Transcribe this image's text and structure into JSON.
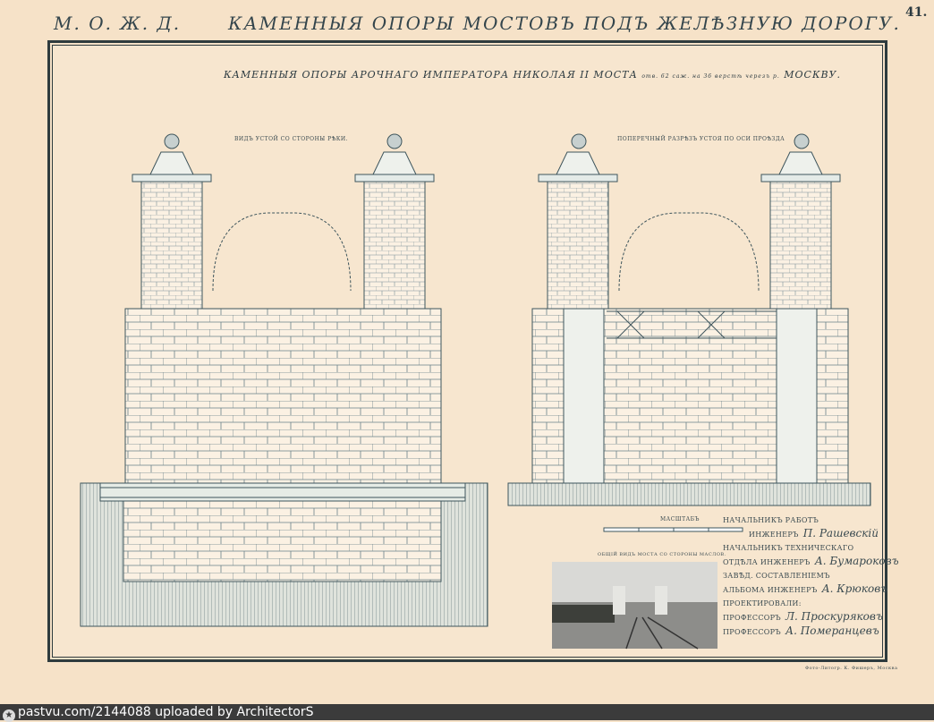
{
  "header": {
    "left_mark": "М. О. Ж. Д.",
    "title": "КАМЕННЫЯ ОПОРЫ МОСТОВЪ ПОДЪ ЖЕЛѢЗНУЮ ДОРОГУ.",
    "page_number": "41."
  },
  "plate": {
    "subtitle": "КАМЕННЫЯ ОПОРЫ АРОЧНАГО ИМПЕРАТОРА НИКОЛАЯ II МОСТА",
    "subtitle_small": "отв. 62 саж. на 36 верстѣ черезъ р.",
    "subtitle_end": "МОСКВУ.",
    "view_left_caption": "ВИДЪ УСТОЙ СО СТОРОНЫ РѢКИ.",
    "view_right_caption": "ПОПЕРЕЧНЫЙ РАЗРѢЗЪ УСТОЯ ПО ОСИ ПРОѢЗДА",
    "scale_label": "МАСШТАБЪ",
    "photo_caption": "ОБЩІЙ ВИДЪ МОСТА СО СТОРОНЫ МАСЛОВ.",
    "credits": [
      {
        "role": "НАЧАЛЬНИКЪ РАБОТЪ",
        "title": "ИНЖЕНЕРЪ",
        "name": "П. Рашевскій"
      },
      {
        "role": "НАЧАЛЬНИКЪ ТЕХНИЧЕСКАГО",
        "title": "ОТДѢЛА ИНЖЕНЕРЪ",
        "name": "А. Бумароковъ"
      },
      {
        "role": "ЗАВѢД. СОСТАВЛЕНІЕМЪ",
        "title": "АЛЬБОМА ИНЖЕНЕРЪ",
        "name": "А. Крюковъ"
      },
      {
        "role": "ПРОЕКТИРОВАЛИ:",
        "title": "ПРОФЕССОРЪ",
        "name": "Л. Проскуряковъ"
      },
      {
        "role": "",
        "title": "ПРОФЕССОРЪ",
        "name": "А. Померанцевъ"
      }
    ],
    "printer": "Фото-Литогр. К. Фишеръ, Москва"
  },
  "watermark": {
    "text": "pastvu.com/2144088  uploaded by ArchitectorS"
  }
}
